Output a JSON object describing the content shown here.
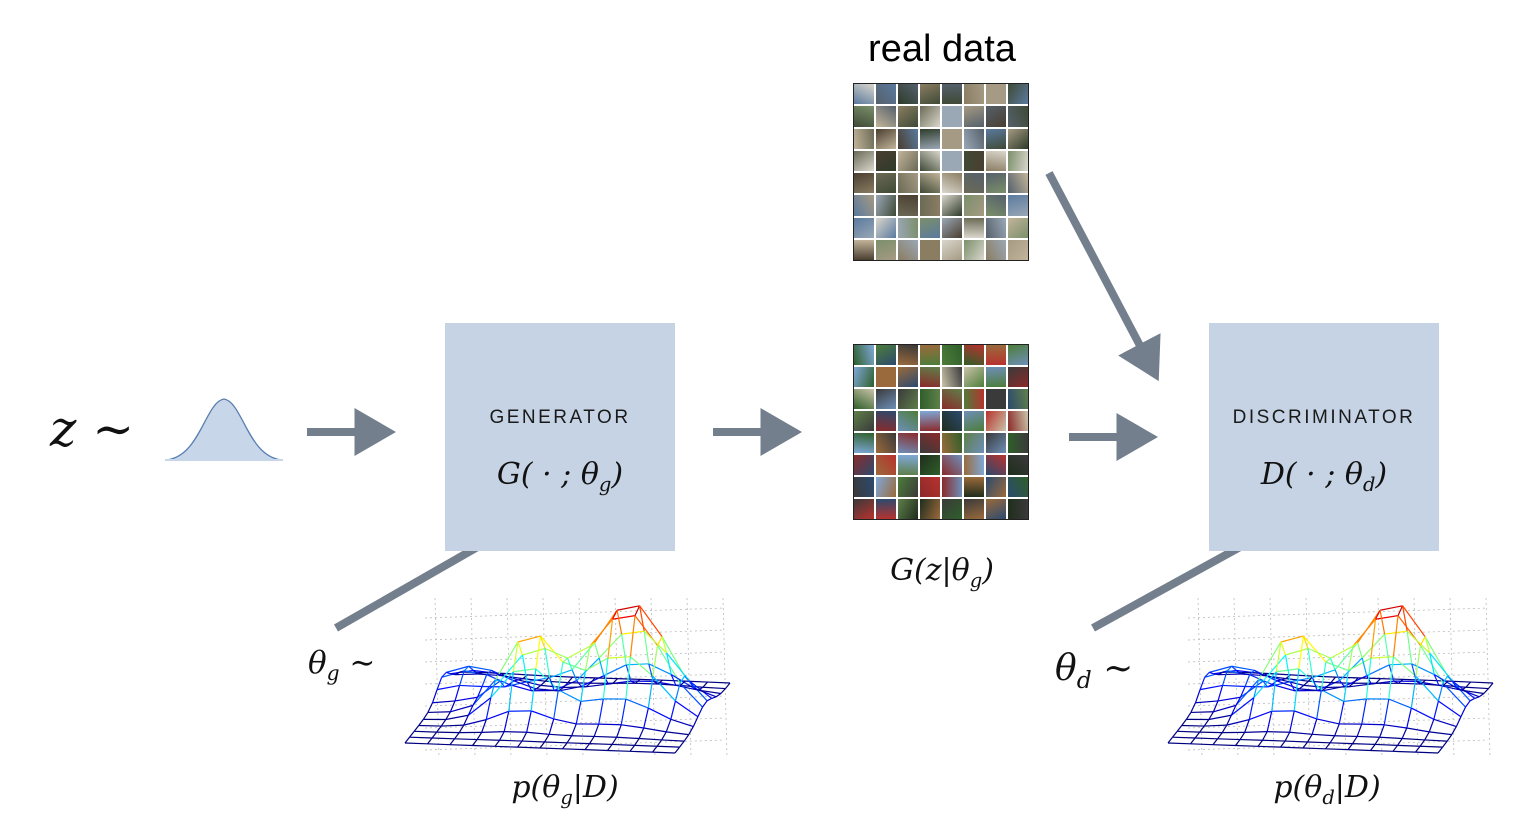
{
  "diagram": {
    "real_data_label": "real data",
    "noise_symbol": "z ∼",
    "generator": {
      "title": "GENERATOR",
      "formula": "G( · ; θ_g)"
    },
    "discriminator": {
      "title": "DISCRIMINATOR",
      "formula": "D( · ; θ_d)"
    },
    "generated_label": "G(z|θ_g)",
    "theta_g_label": "θ_g ∼",
    "theta_d_label": "θ_d ∼",
    "posterior_g_label": "p(θ_g|D)",
    "posterior_d_label": "p(θ_d|D)"
  },
  "colors": {
    "box_fill": "#c5d3e4",
    "arrow": "#737f8c",
    "bell_fill": "#c7d6e8",
    "bell_stroke": "#5b7fb0"
  }
}
